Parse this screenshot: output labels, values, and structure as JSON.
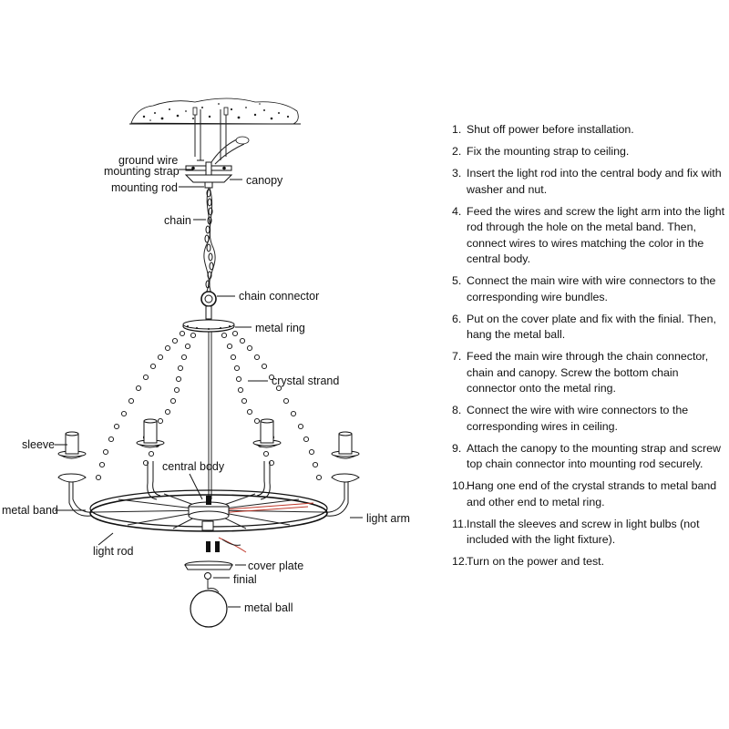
{
  "labels": {
    "ground_wire": "ground wire",
    "mounting_strap": "mounting strap",
    "mounting_rod": "mounting rod",
    "canopy": "canopy",
    "chain": "chain",
    "chain_connector": "chain connector",
    "metal_ring": "metal ring",
    "crystal_strand": "crystal strand",
    "sleeve": "sleeve",
    "central_body": "central body",
    "metal_band": "metal band",
    "light_arm": "light arm",
    "light_rod": "light rod",
    "cover_plate": "cover plate",
    "finial": "finial",
    "metal_ball": "metal ball"
  },
  "steps": [
    {
      "num": "1.",
      "text": "Shut off power before installation."
    },
    {
      "num": "2.",
      "text": "Fix the mounting strap to ceiling."
    },
    {
      "num": "3.",
      "text": "Insert the light rod into the central body and fix with washer and nut."
    },
    {
      "num": "4.",
      "text": "Feed the wires and screw the light arm into the light rod through the hole on the metal band. Then, connect wires to wires matching the color in the central body."
    },
    {
      "num": "5.",
      "text": "Connect the main wire with wire connectors to the corresponding wire bundles."
    },
    {
      "num": "6.",
      "text": "Put on the cover plate and fix with the finial. Then, hang the metal ball."
    },
    {
      "num": "7.",
      "text": "Feed the main wire through the chain connector, chain and canopy. Screw the bottom chain connector onto the metal ring."
    },
    {
      "num": "8.",
      "text": "Connect the wire with wire connectors to the corresponding wires in ceiling."
    },
    {
      "num": "9.",
      "text": "Attach the canopy to the mounting strap and screw top chain connector into mounting rod securely."
    },
    {
      "num": "10.",
      "text": "Hang one end of the crystal strands to metal band and other end to metal ring."
    },
    {
      "num": "11.",
      "text": "Install the sleeves and screw in light bulbs (not included with the light fixture)."
    },
    {
      "num": "12.",
      "text": "Turn on the power and test."
    }
  ],
  "colors": {
    "line": "#111111",
    "wire_accent": "#c0392b"
  }
}
